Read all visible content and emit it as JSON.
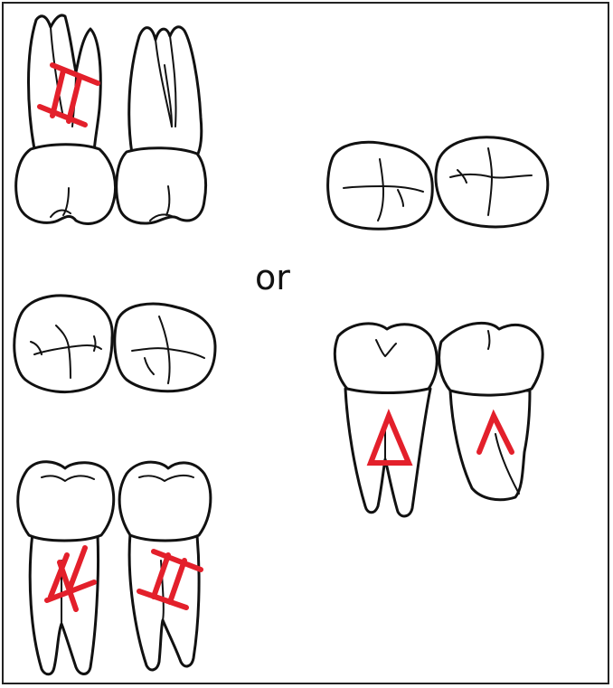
{
  "separator_text": "or",
  "colors": {
    "outline": "#111111",
    "mark": "#e3202b",
    "background": "#ffffff"
  },
  "root_marks": {
    "upper_left_molar": "II",
    "lower_left_molar_1": "I",
    "lower_left_molar_2": "II",
    "right_lower_molar_1": "triangle",
    "right_lower_molar_2": "chevron"
  }
}
